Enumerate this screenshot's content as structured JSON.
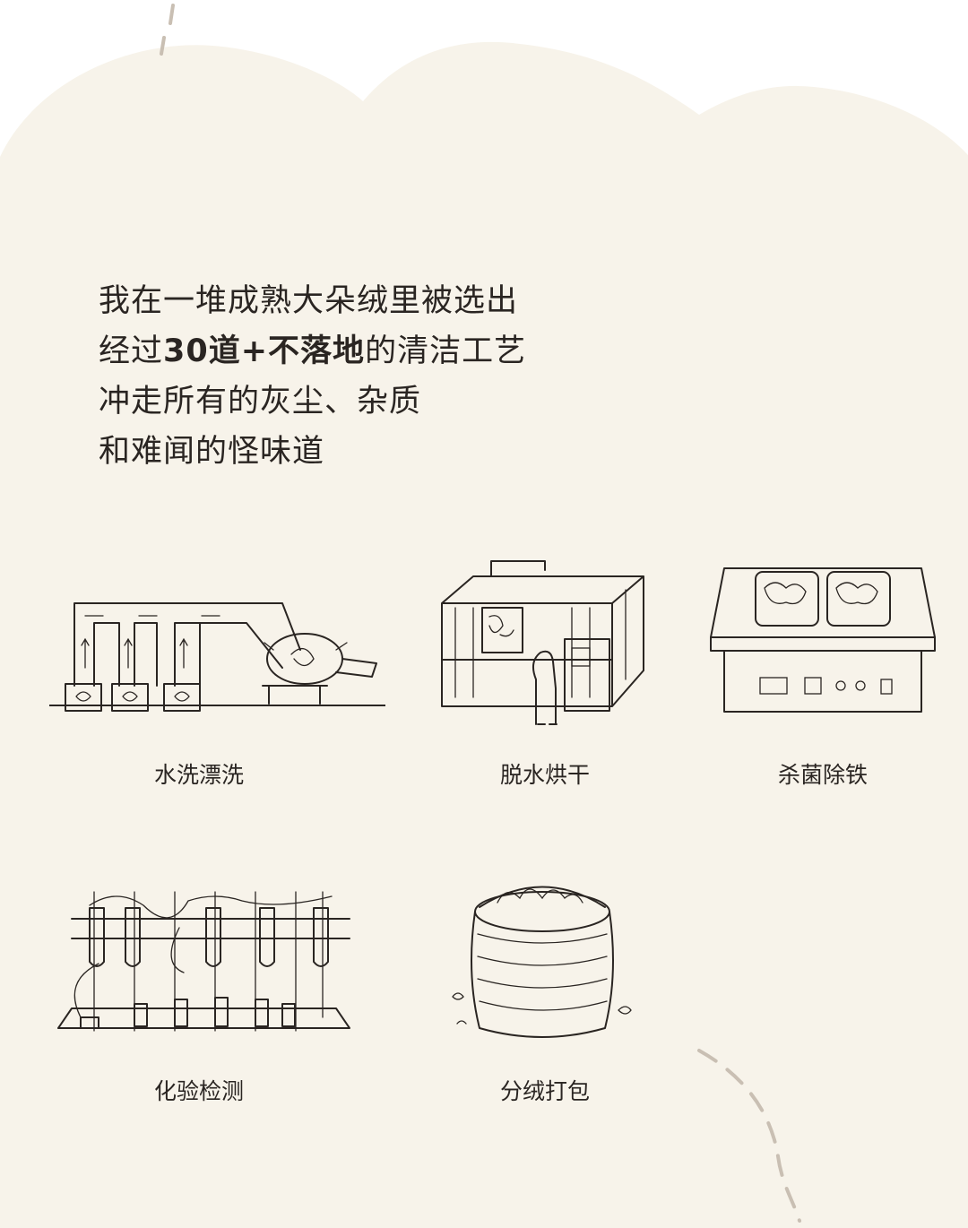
{
  "intro": {
    "line1": "我在一堆成熟大朵绒里被选出",
    "line2_pre": "经过",
    "line2_bold": "30道+不落地",
    "line2_post": "的清洁工艺",
    "line3": "冲走所有的灰尘、杂质",
    "line4": "和难闻的怪味道"
  },
  "steps": [
    {
      "label": "水洗漂洗",
      "icon": "washing-machine-illustration"
    },
    {
      "label": "脱水烘干",
      "icon": "drying-machine-illustration"
    },
    {
      "label": "杀菌除铁",
      "icon": "sterilization-machine-illustration"
    },
    {
      "label": "化验检测",
      "icon": "lab-test-tubes-illustration"
    },
    {
      "label": "分绒打包",
      "icon": "packed-bale-illustration"
    }
  ],
  "colors": {
    "cream": "#f7f3ea",
    "dash": "#c9bfb3",
    "text": "#2a2522"
  }
}
